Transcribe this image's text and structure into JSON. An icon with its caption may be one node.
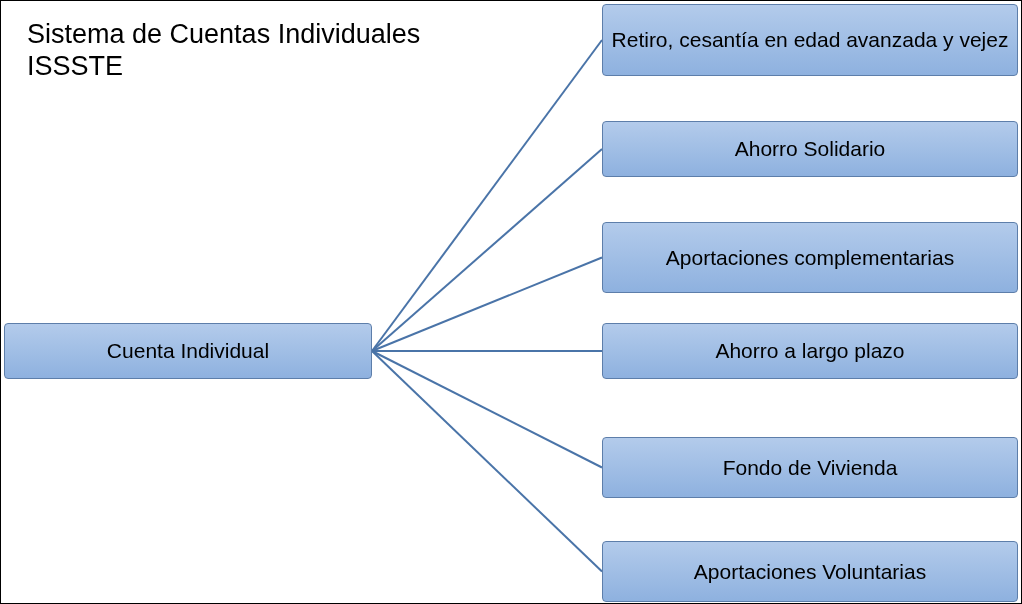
{
  "diagram": {
    "title": "Sistema de Cuentas Individuales ISSSTE",
    "nodes": [
      {
        "text": [
          "Cuenta Individual"
        ]
      },
      {
        "text": [
          "Retiro, cesantía en edad avanzada y vejez"
        ]
      },
      {
        "text": [
          "Ahorro Solidario"
        ]
      },
      {
        "text": [
          "Aportaciones complementarias"
        ]
      },
      {
        "text": [
          "Ahorro a largo plazo"
        ]
      },
      {
        "text": [
          "Fondo de Vivienda"
        ]
      },
      {
        "text": [
          "Aportaciones Voluntarias"
        ]
      }
    ],
    "edges": [
      {
        "from": 0,
        "to": 1,
        "arrow": "none"
      },
      {
        "from": 0,
        "to": 2,
        "arrow": "none"
      },
      {
        "from": 0,
        "to": 3,
        "arrow": "none"
      },
      {
        "from": 0,
        "to": 4,
        "arrow": "none"
      },
      {
        "from": 0,
        "to": 5,
        "arrow": "none"
      },
      {
        "from": 0,
        "to": 6,
        "arrow": "none"
      }
    ]
  }
}
